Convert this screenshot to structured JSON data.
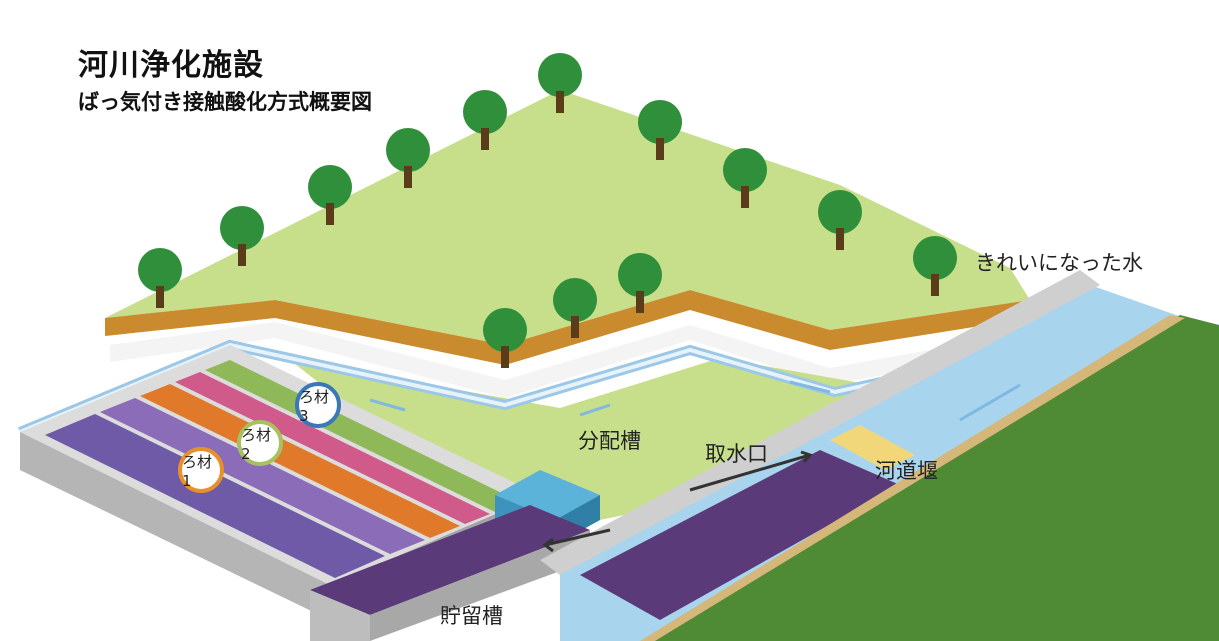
{
  "title": "河川浄化施設",
  "subtitle": "ばっ気付き接触酸化方式概要図",
  "labels": {
    "clean_water": "きれいになった水",
    "distribution_tank": "分配槽",
    "water_intake": "取水口",
    "river_weir": "河道堰",
    "storage_tank": "貯留槽"
  },
  "media": [
    {
      "label": "ろ材1",
      "ring_color": "#e8902a"
    },
    {
      "label": "ろ材2",
      "ring_color": "#a8c060"
    },
    {
      "label": "ろ材3",
      "ring_color": "#3a78b8"
    }
  ],
  "colors": {
    "grass": "#c7df8a",
    "soil": "#c98b2e",
    "tree": "#2f8f3a",
    "water": "#a8d4ee",
    "purple": "#5b3a7a",
    "concrete": "#c9c9c9",
    "river_bank": "#4f8a35"
  }
}
